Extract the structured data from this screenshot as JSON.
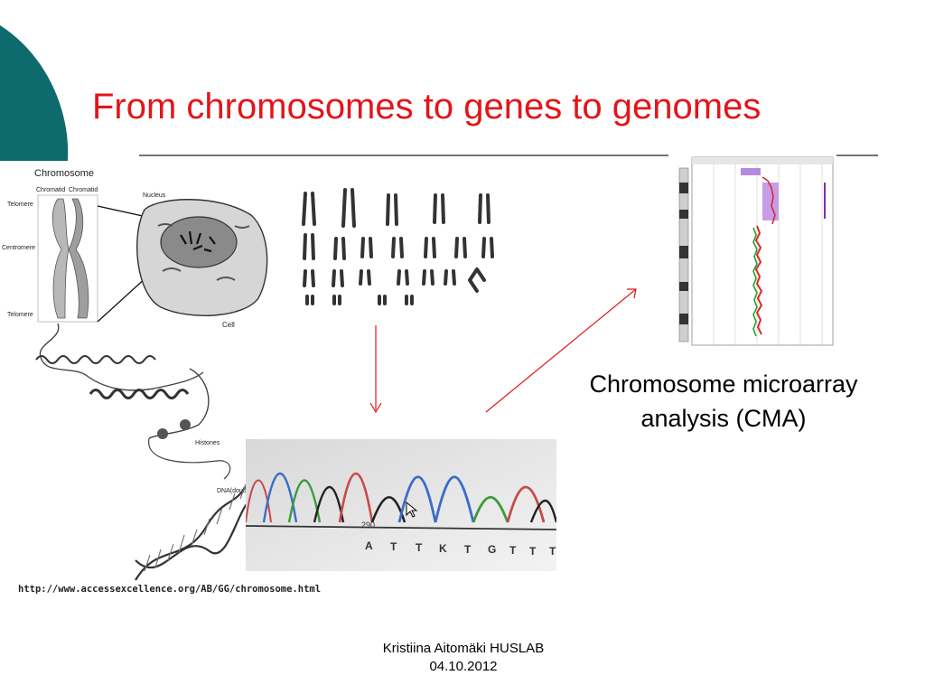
{
  "slide": {
    "title": "From chromosomes to genes to genomes",
    "caption_line1": "Chromosome microarray",
    "caption_line2": "analysis (CMA)",
    "source_url": "http://www.accessexcellence.org/AB/GG/chromosome.html",
    "footer_line1": "Kristiina Aitomäki HUSLAB",
    "footer_line2": "04.10.2012",
    "accent_color": "#0d6b6e",
    "title_color": "#e3151a"
  },
  "chromosome_figure": {
    "heading": "Chromosome",
    "chromatid_left": "Chromatid",
    "chromatid_right": "Chromatid",
    "telomere_top": "Telomere",
    "centromere": "Centromere",
    "telomere_bottom": "Telomere",
    "nucleus": "Nucleus",
    "cell": "Cell",
    "histones": "Histones",
    "dna": "DNA(double helix)"
  },
  "sequencing_figure": {
    "position_label": "290",
    "bases": [
      "A",
      "T",
      "T",
      "K",
      "T",
      "G",
      "T",
      "T",
      "T"
    ]
  }
}
